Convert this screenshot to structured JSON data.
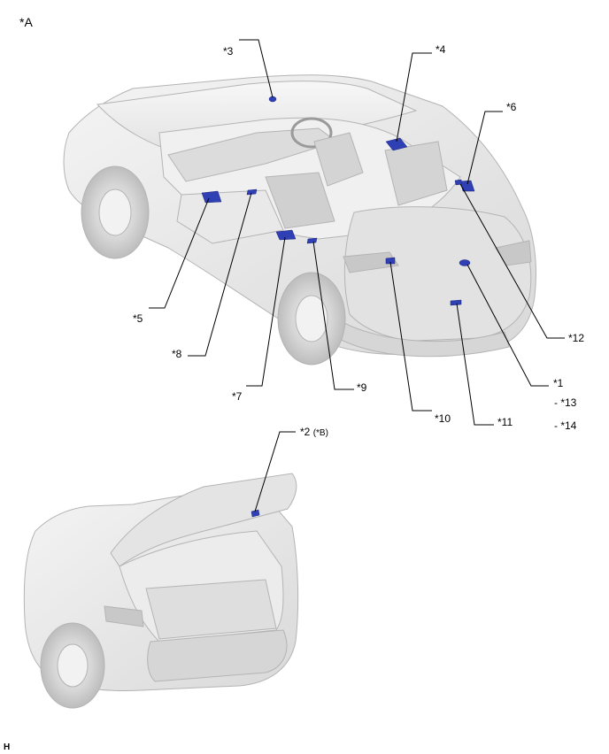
{
  "figure": {
    "view_label": "*A",
    "footer_code": "H",
    "detail_view_note": "(*B)"
  },
  "callouts": [
    {
      "id": "c1",
      "text": "*1"
    },
    {
      "id": "c2",
      "text": "*2"
    },
    {
      "id": "c3",
      "text": "*3"
    },
    {
      "id": "c4",
      "text": "*4"
    },
    {
      "id": "c5",
      "text": "*5"
    },
    {
      "id": "c6",
      "text": "*6"
    },
    {
      "id": "c7",
      "text": "*7"
    },
    {
      "id": "c8",
      "text": "*8"
    },
    {
      "id": "c9",
      "text": "*9"
    },
    {
      "id": "c10",
      "text": "*10"
    },
    {
      "id": "c11",
      "text": "*11"
    },
    {
      "id": "c12",
      "text": "*12"
    },
    {
      "id": "c13",
      "text": "- *13"
    },
    {
      "id": "c14",
      "text": "- *14"
    }
  ],
  "colors": {
    "component_blue": "#2f3fb4",
    "body_gray": "#e6e6e6",
    "outline_gray": "#b4b4b4",
    "line_black": "#000000"
  }
}
